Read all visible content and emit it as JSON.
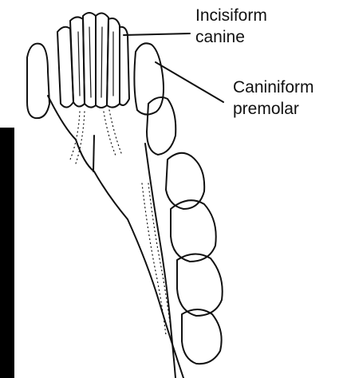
{
  "labels": {
    "incisiform_canine": {
      "line1": "Incisiform",
      "line2": "canine"
    },
    "caniniform_premolar": {
      "line1": "Caniniform",
      "line2": "premolar"
    }
  },
  "colors": {
    "ink": "#111111",
    "background": "#ffffff",
    "side_bar": "#000000"
  }
}
